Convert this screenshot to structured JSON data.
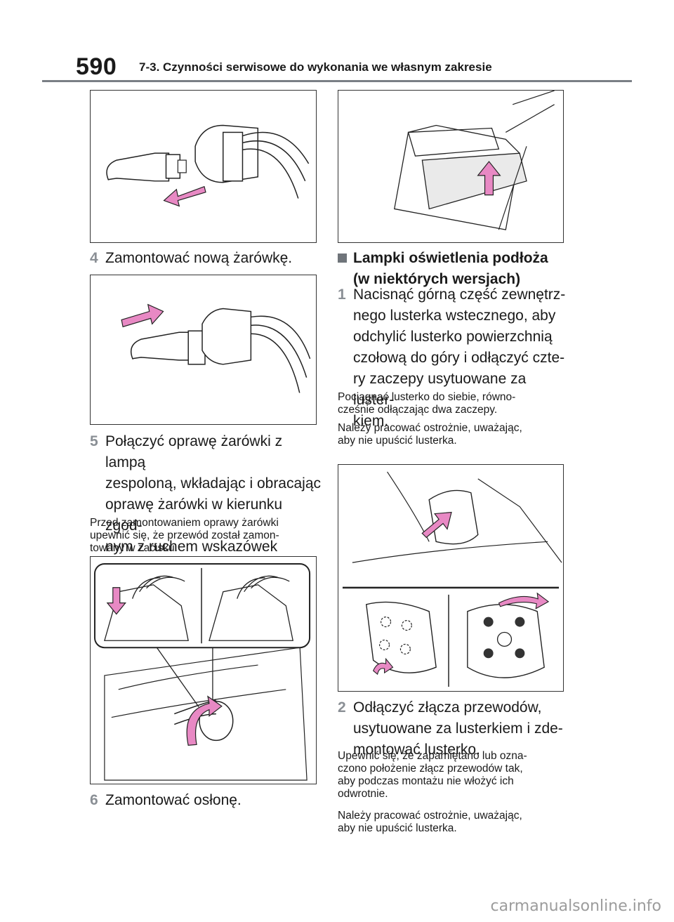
{
  "header": {
    "page_number": "590",
    "chapter_title": "7-3. Czynności serwisowe do wykonania we własnym zakresie"
  },
  "left": {
    "step4": {
      "num": "4",
      "text": "Zamontować nową żarówkę."
    },
    "step5": {
      "num": "5",
      "lines": [
        "Połączyć oprawę żarówki z lampą",
        "zespoloną, wkładając i obracając",
        "oprawę żarówki w kierunku zgod-",
        "nym z ruchem wskazówek zegara."
      ]
    },
    "note5": {
      "lines": [
        "Przed zamontowaniem oprawy żarówki",
        "upewnić się, że przewód został zamon-",
        "towany w zacisku."
      ]
    },
    "step6": {
      "num": "6",
      "text": "Zamontować osłonę."
    }
  },
  "right": {
    "section": {
      "lines": [
        "Lampki oświetlenia podłoża",
        "(w niektórych wersjach)"
      ]
    },
    "step1": {
      "num": "1",
      "lines": [
        "Nacisnąć górną część zewnętrz-",
        "nego lusterka wstecznego, aby",
        "odchylić lusterko powierzchnią",
        "czołową do góry i odłączyć czte-",
        "ry zaczepy usytuowane za luster-",
        "kiem."
      ]
    },
    "note1a": {
      "lines": [
        "Pociągnąć lusterko do siebie, równo-",
        "cześnie odłączając dwa zaczepy."
      ]
    },
    "note1b": {
      "lines": [
        "Należy pracować ostrożnie, uważając,",
        "aby nie upuścić lusterka."
      ]
    },
    "step2": {
      "num": "2",
      "lines": [
        "Odłączyć złącza przewodów,",
        "usytuowane za lusterkiem i zde-",
        "montować lusterko."
      ]
    },
    "note2a": {
      "lines": [
        "Upewnić się, że zapamiętano lub ozna-",
        "czono położenie złącz przewodów tak,",
        "aby podczas montażu nie włożyć ich",
        "odwrotnie."
      ]
    },
    "note2b": {
      "lines": [
        "Należy pracować ostrożnie, uważając,",
        "aby nie upuścić lusterka."
      ]
    }
  },
  "footer": {
    "watermark": "carmanualsonline.info"
  },
  "colors": {
    "arrow_pink": "#e889c4",
    "rule_gray": "#7a7f85",
    "step_num_gray": "#8a8f95"
  }
}
